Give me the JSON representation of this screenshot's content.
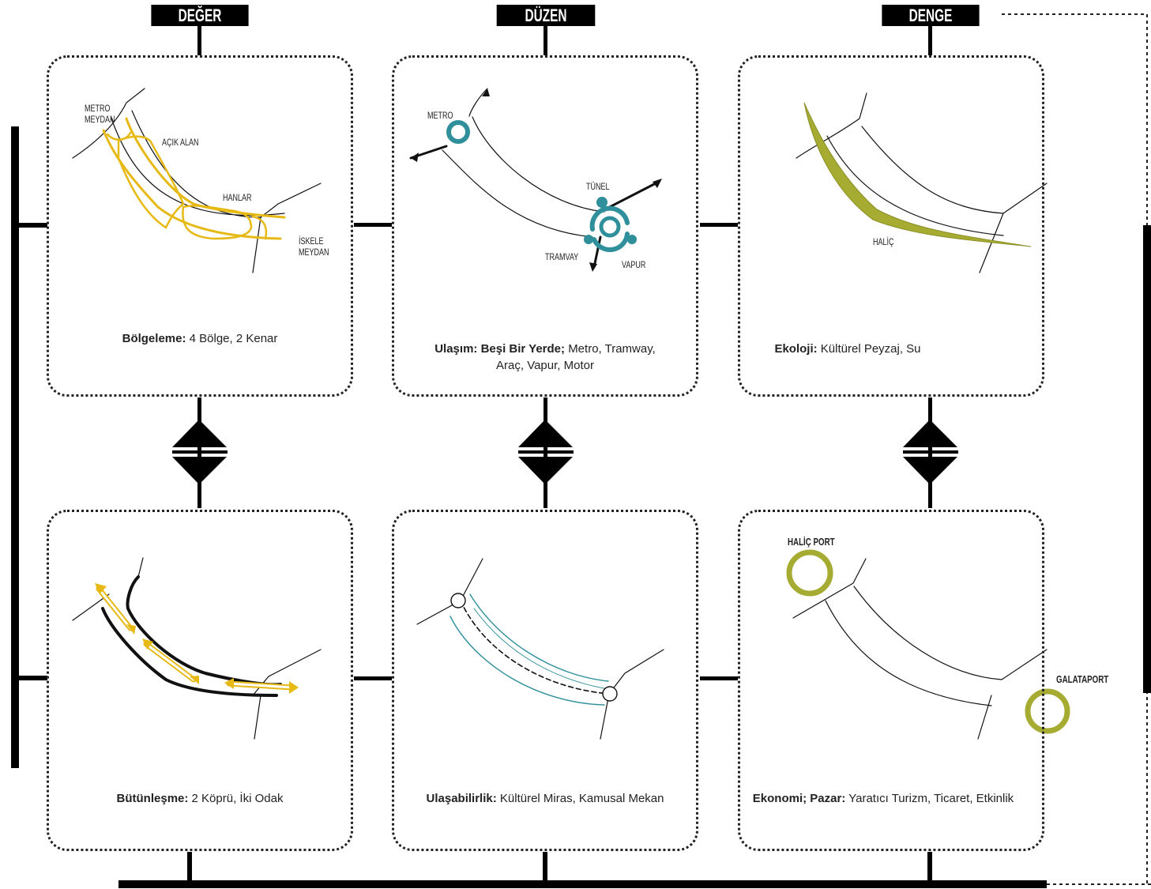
{
  "headers": [
    "DEĞER",
    "DÜZEN",
    "DENGE"
  ],
  "cards": [
    {
      "id": "bolgeleme",
      "caption_key": "Bölgeleme:",
      "caption_text": "4 Bölge, 2 Kenar",
      "labels": [
        "METRO MEYDAN",
        "AÇIK ALAN",
        "HANLAR",
        "İSKELE MEYDAN"
      ]
    },
    {
      "id": "ulasim",
      "caption_key": "Ulaşım: Beşi Bir Yerde;",
      "caption_text": "Metro, Tramway,",
      "caption_line2": "Araç, Vapur, Motor",
      "labels": [
        "METRO",
        "TÜNEL",
        "TRAMVAY",
        "VAPUR"
      ]
    },
    {
      "id": "ekoloji",
      "caption_key": "Ekoloji:",
      "caption_text": "Kültürel Peyzaj, Su",
      "labels": [
        "HALİÇ"
      ]
    },
    {
      "id": "butunlesme",
      "caption_key": "Bütünleşme:",
      "caption_text": "2 Köprü, İki Odak",
      "labels": []
    },
    {
      "id": "ulasabilirlik",
      "caption_key": "Ulaşabilirlik:",
      "caption_text": "Kültürel Miras,  Kamusal Mekan",
      "labels": []
    },
    {
      "id": "ekonomi",
      "caption_key": "Ekonomi; Pazar:",
      "caption_text": "Yaratıcı Turizm,  Ticaret, Etkinlik",
      "labels": [
        "HALİÇ PORT",
        "GALATAPORT"
      ]
    }
  ],
  "colors": {
    "yellow": "#e7b914",
    "teal": "#2f8f9a",
    "olive": "#a6ab32",
    "ink": "#111111"
  }
}
